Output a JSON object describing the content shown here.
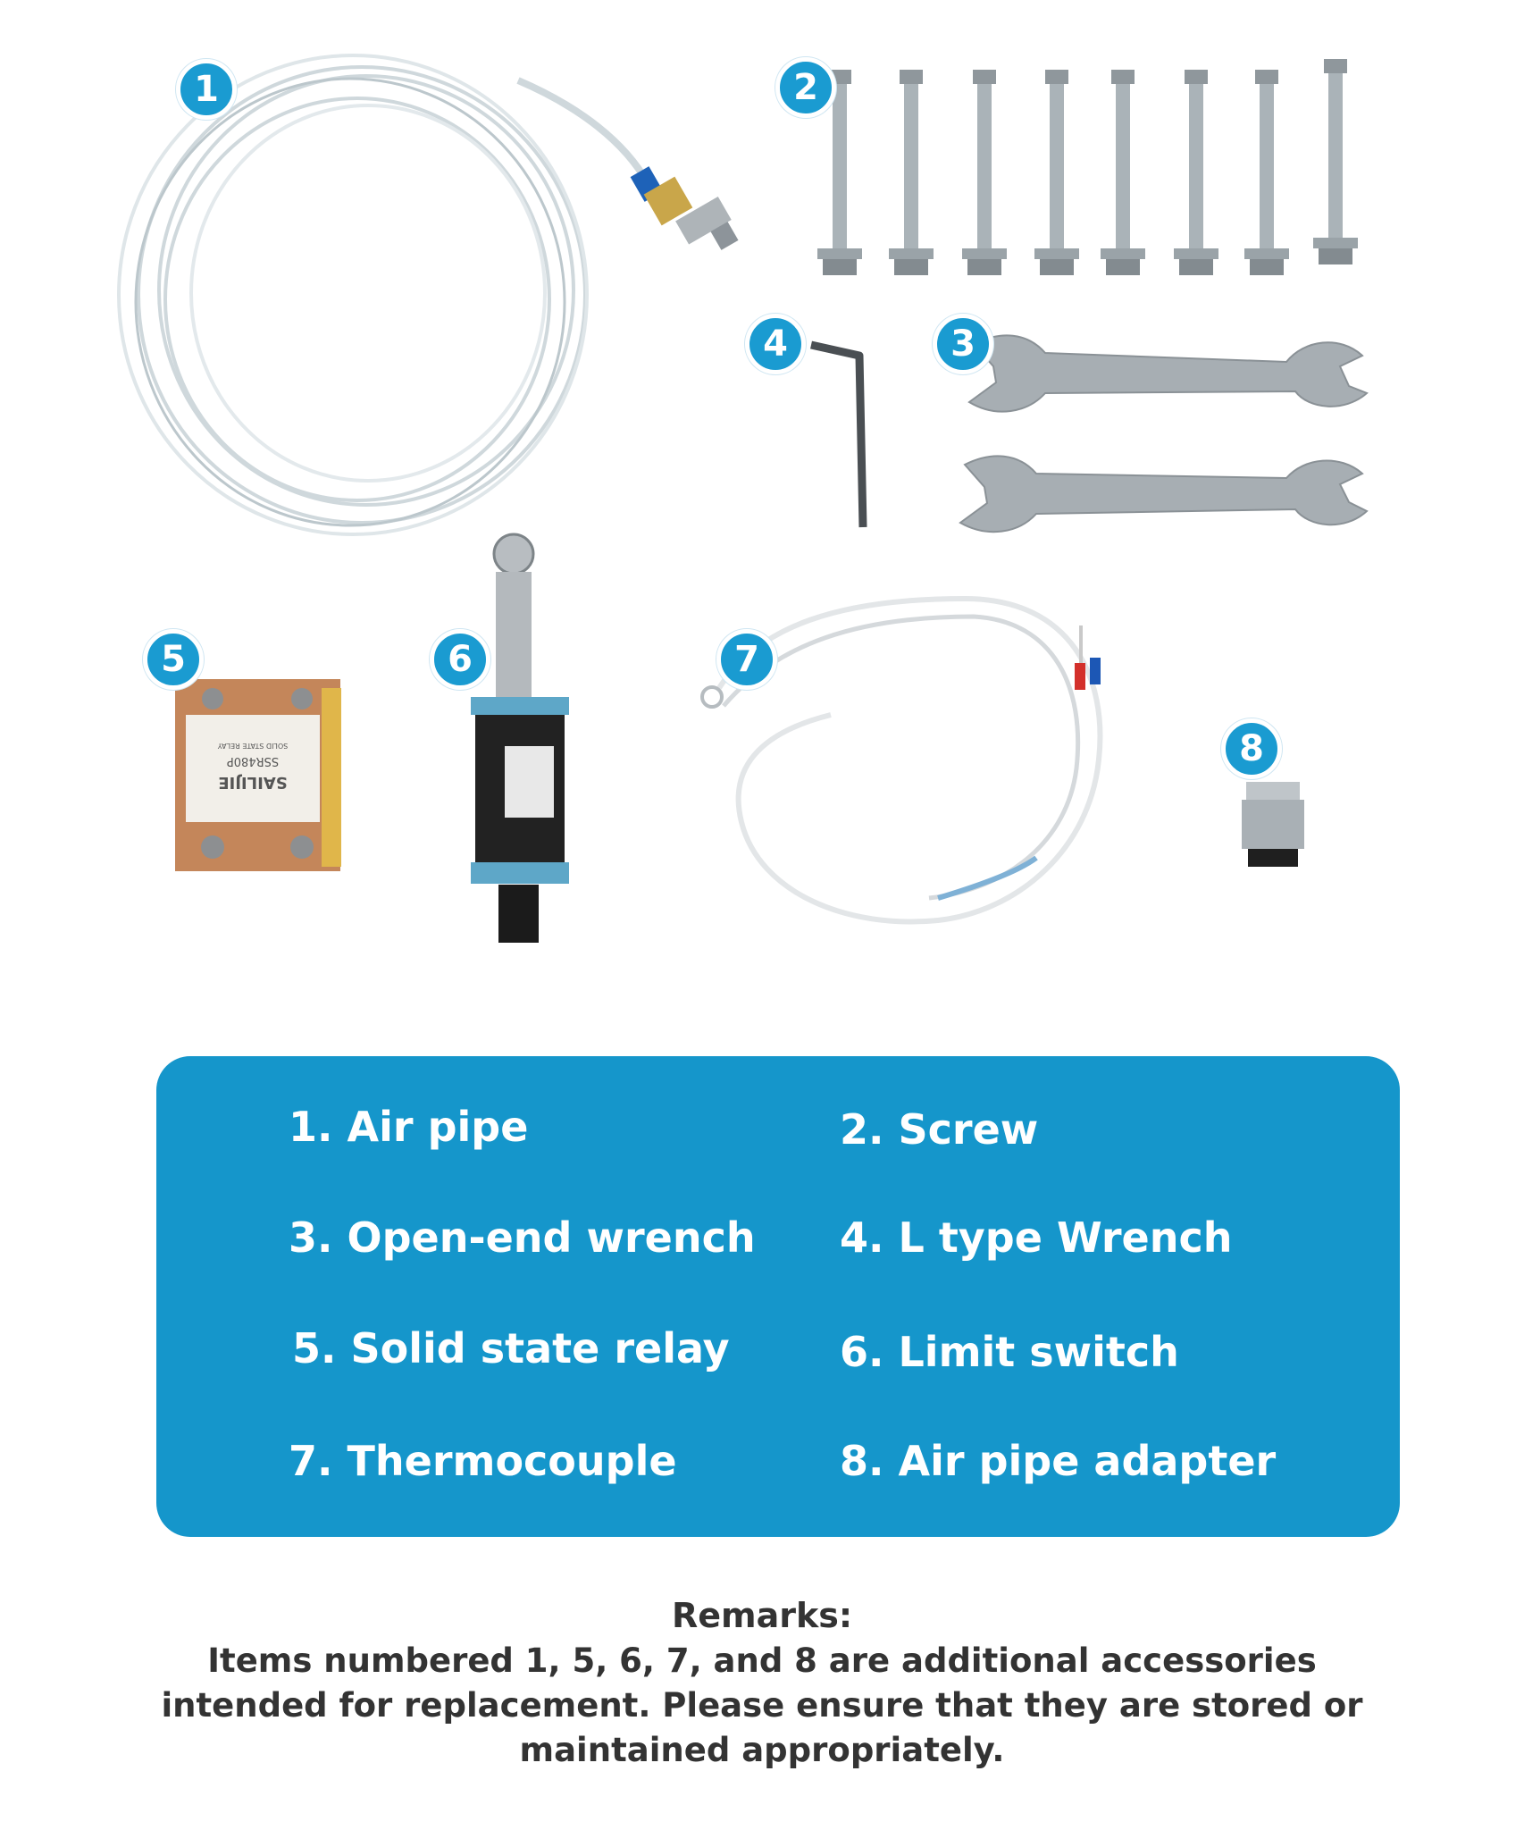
{
  "badges": [
    "1",
    "2",
    "3",
    "4",
    "5",
    "6",
    "7",
    "8"
  ],
  "relay_label": {
    "brand": "SAILIJIE",
    "model": "SSR480P",
    "type": "SOLID STATE RELAY"
  },
  "legend": {
    "items": [
      "1. Air pipe",
      "2. Screw",
      "3. Open-end wrench",
      "4. L type Wrench",
      "5. Solid state relay",
      "6. Limit switch",
      "7. Thermocouple",
      "8. Air pipe adapter"
    ]
  },
  "remarks": {
    "title": "Remarks:",
    "body": "Items numbered 1, 5, 6, 7, and 8 are additional accessories intended for replacement. Please ensure that they are stored or maintained appropriately."
  },
  "colors": {
    "accent": "#1596cb",
    "badge": "#1a9bd1",
    "text": "#333333"
  }
}
